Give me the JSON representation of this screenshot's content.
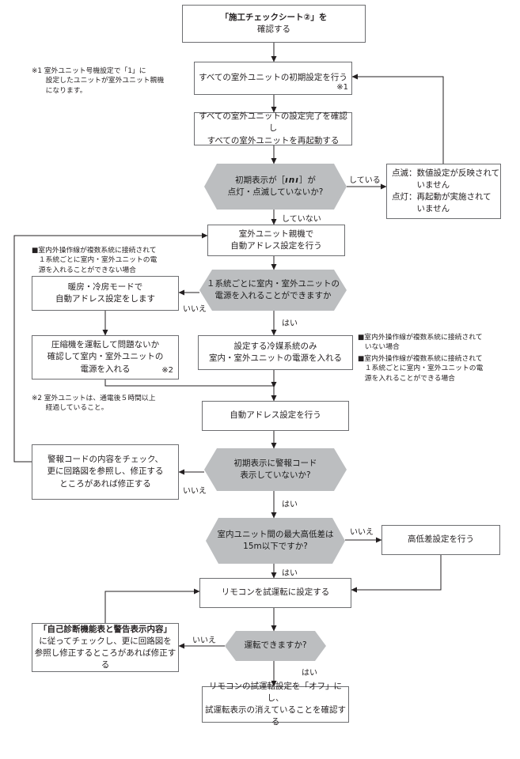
{
  "nodes": {
    "check_sheet": {
      "title": "「施工チェックシート②」を",
      "text": "確認する"
    },
    "initial_setting": {
      "text": "すべての室外ユニットの初期設定を行う",
      "mark": "※1"
    },
    "confirm_restart": {
      "text": "すべての室外ユニットの設定完了を確認し\nすべての室外ユニットを再起動する"
    },
    "display_question": {
      "line1_pre": "初期表示が［",
      "code": "ını",
      "line1_post": "］が",
      "line2": "点灯・点滅していないか?"
    },
    "blink_note": {
      "text": "点滅：数値設定が反映されて\n　　　いません\n点灯：再起動が実施されて\n　　　いません"
    },
    "master_auto_address": {
      "text": "室外ユニット親機で\n自動アドレス設定を行う"
    },
    "power_question": {
      "text": "１系統ごとに室内・室外ユニットの\n電源を入れることができますか"
    },
    "heating_cooling": {
      "text": "暖房・冷房モードで\n自動アドレス設定をします"
    },
    "compressor": {
      "text": "圧縮機を運転して問題ないか\n確認して室内・室外ユニットの\n電源を入れる",
      "mark": "※2"
    },
    "power_on_system": {
      "text": "設定する冷媒系統のみ\n室内・室外ユニットの電源を入れる"
    },
    "auto_address": {
      "text": "自動アドレス設定を行う"
    },
    "alarm_question": {
      "text": "初期表示に警報コード\n表示していないか?"
    },
    "alarm_check": {
      "text": "警報コードの内容をチェック、\n更に回路図を参照し、修正する\nところがあれば修正する"
    },
    "height_question": {
      "text": "室内ユニット間の最大高低差は\n15m以下ですか?"
    },
    "height_setting": {
      "text": "高低差設定を行う"
    },
    "remote_test": {
      "text": "リモコンを試運転に設定する"
    },
    "run_question": {
      "text": "運転できますか?"
    },
    "self_diag": {
      "title": "「自己診断機能表と警告表示内容」",
      "text": "に従ってチェックし、更に回路図を\n参照し修正するところがあれば修正する"
    },
    "final": {
      "text": "リモコンの試運転設定を「オフ」にし、\n試運転表示の消えていることを確認する"
    }
  },
  "notes": {
    "note1": "※1 室外ユニット号機設定で「1」に\n　　設定したユニットが室外ユニット親機\n　　になります。",
    "note2": "※2 室外ユニットは、通電後５時間以上\n　　経過していること。",
    "left_condition": "■室内外操作線が複数系統に接続されて\n　１系統ごとに室内・室外ユニットの電\n　源を入れることができない場合",
    "right_condition_1": "■室内外操作線が複数系統に接続されて\n　いない場合",
    "right_condition_2": "■室内外操作線が複数系統に接続されて\n　１系統ごとに室内・室外ユニットの電\n　源を入れることができる場合"
  },
  "labels": {
    "yes": "はい",
    "no": "いいえ",
    "doing": "している",
    "not_doing": "していない"
  },
  "colors": {
    "hex_fill": "#bcbec0",
    "line": "#231f20",
    "box_border": "#6d6e71"
  }
}
